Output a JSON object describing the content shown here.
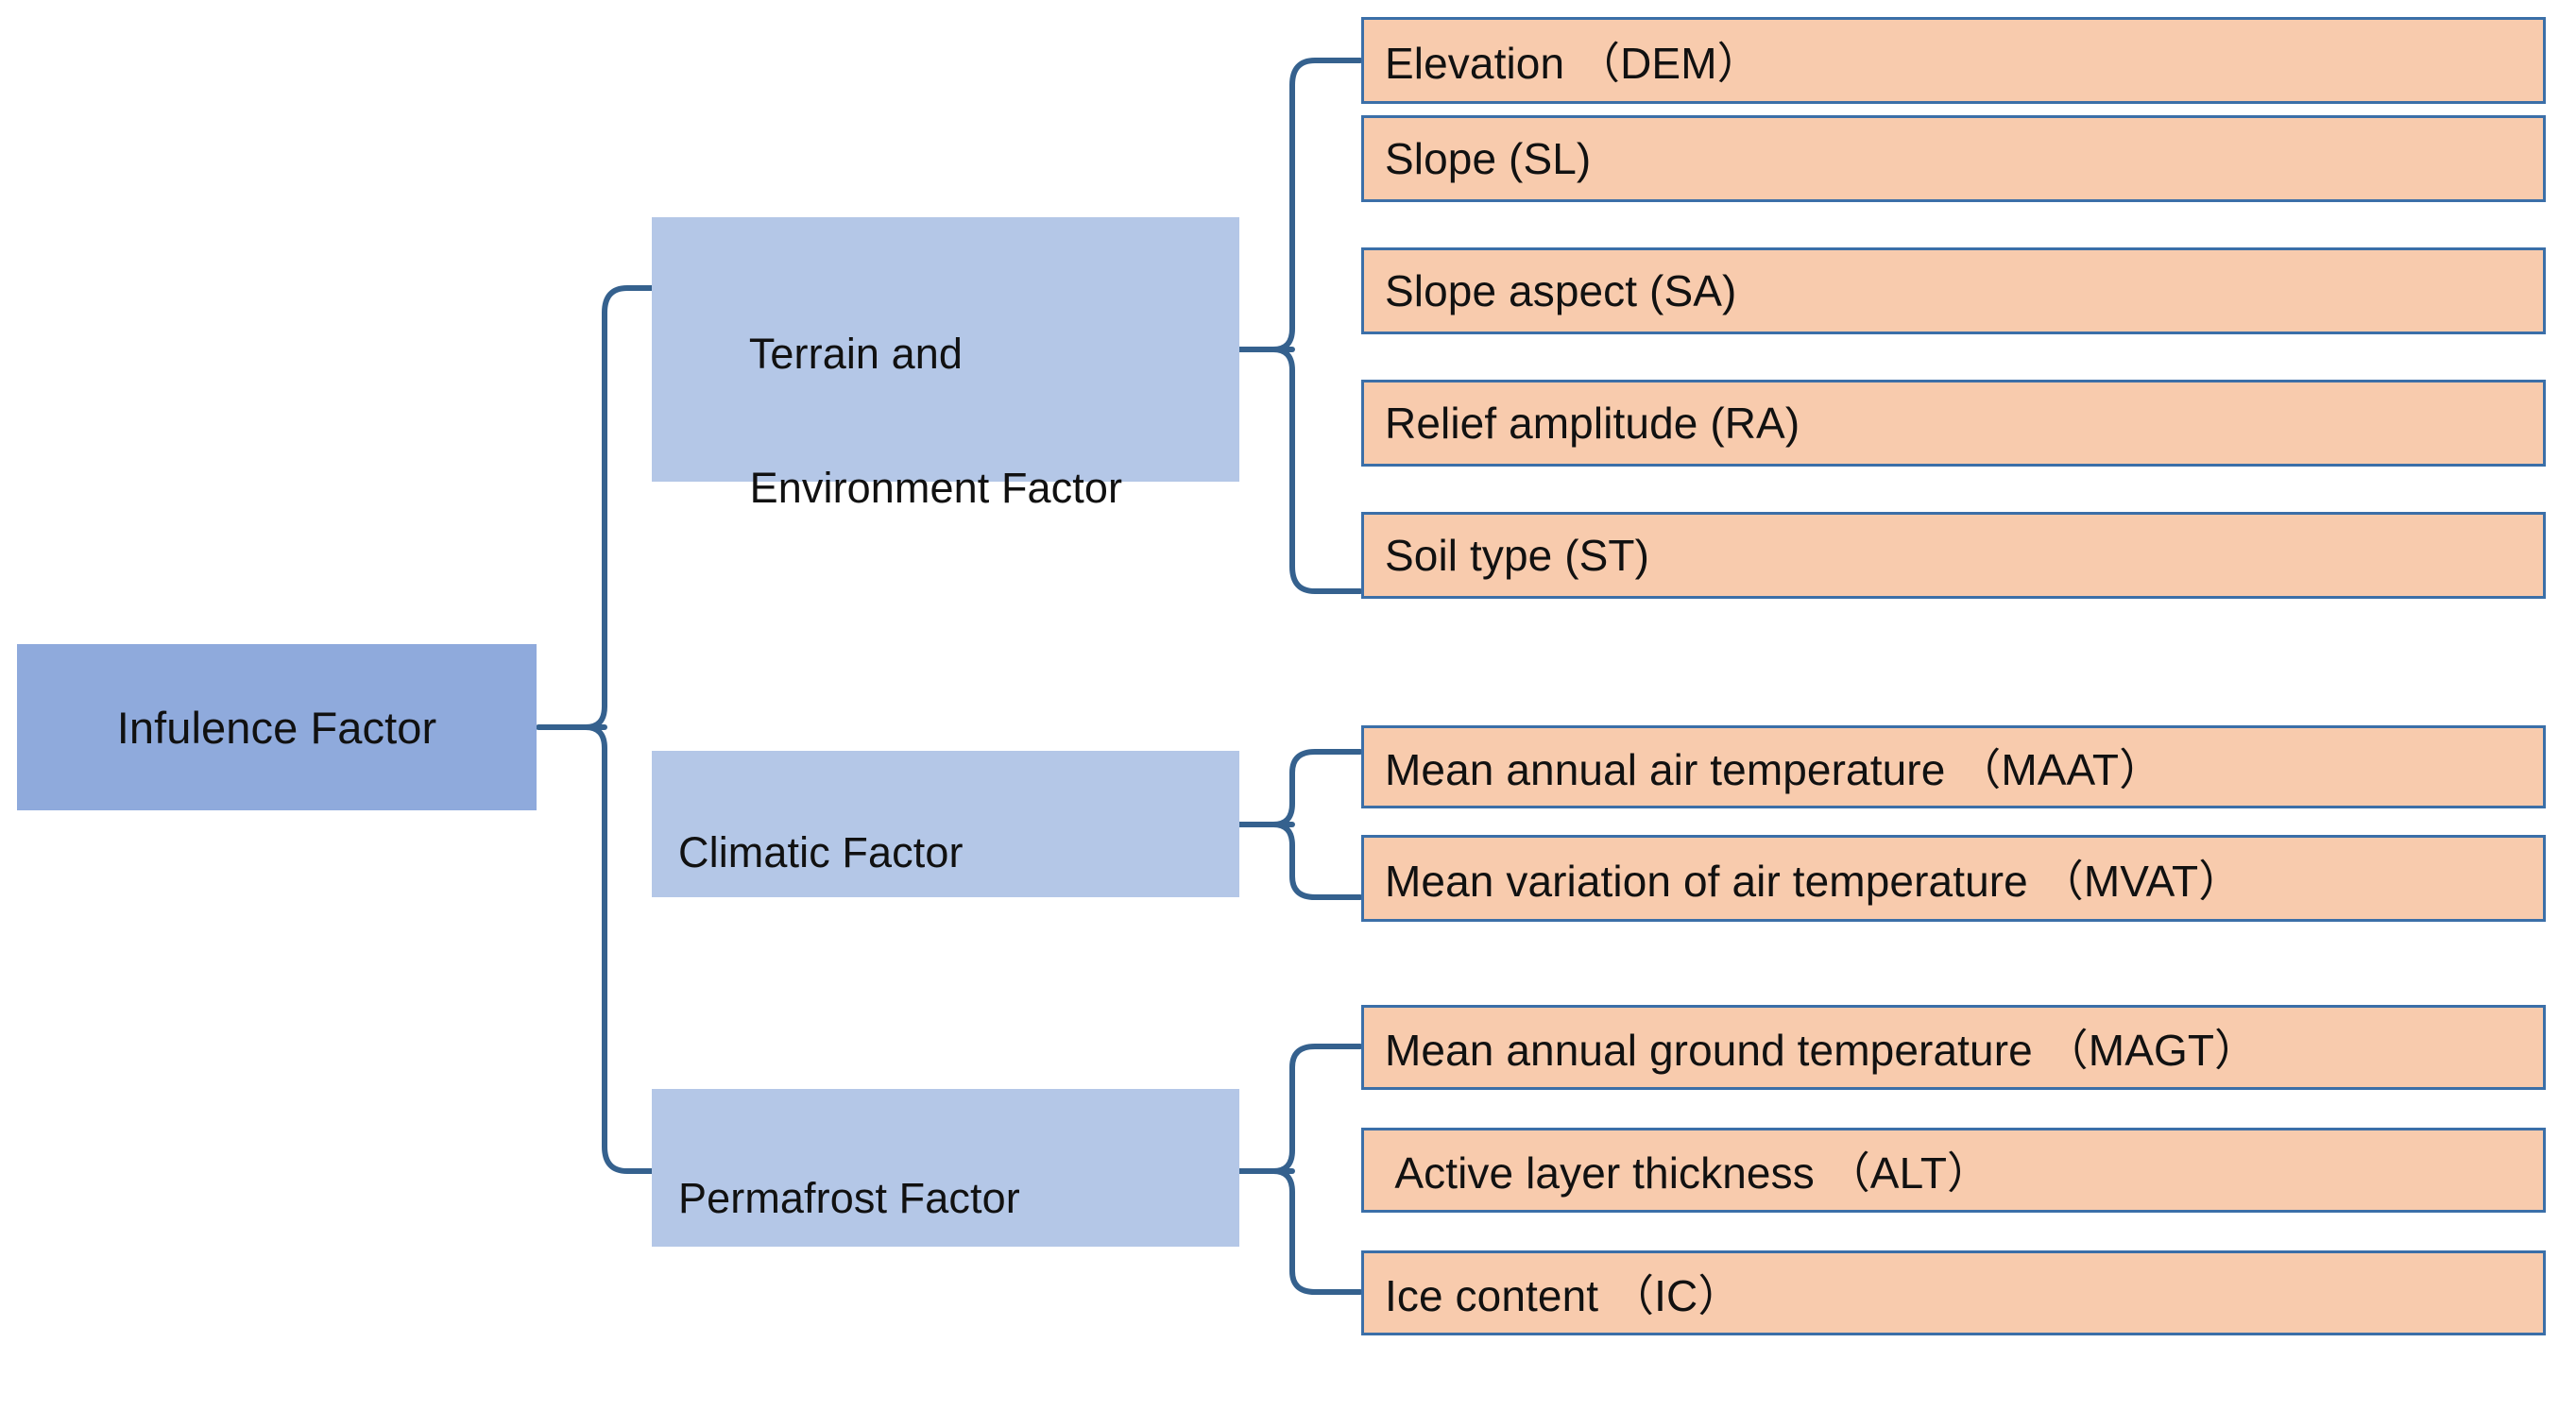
{
  "diagram": {
    "title": "Infulence Factor hierarchy",
    "colors": {
      "root_fill": "#8FAADC",
      "branch_fill": "#B4C7E7",
      "leaf_fill": "#F8CBAD",
      "leaf_border": "#3B6FA8",
      "connector": "#35618E",
      "text": "#111111",
      "background": "#FFFFFF"
    },
    "root": {
      "label": "Infulence Factor"
    },
    "branches": [
      {
        "id": "terrain",
        "label_line1": "Terrain and",
        "label_line2": "Environment Factor",
        "leaves": [
          {
            "label": "Elevation （DEM）"
          },
          {
            "label": "Slope (SL)"
          },
          {
            "label": "Slope aspect (SA)"
          },
          {
            "label": "Relief amplitude (RA)"
          },
          {
            "label": "Soil type (ST)"
          }
        ]
      },
      {
        "id": "climatic",
        "label_line1": "Climatic Factor",
        "label_line2": "",
        "leaves": [
          {
            "label": "Mean annual air temperature （MAAT）"
          },
          {
            "label": "Mean variation of air temperature （MVAT）"
          }
        ]
      },
      {
        "id": "permafrost",
        "label_line1": "Permafrost Factor",
        "label_line2": "",
        "leaves": [
          {
            "label": "Mean annual ground temperature （MAGT）"
          },
          {
            "label": " Active layer thickness （ALT）"
          },
          {
            "label": "Ice content （IC）"
          }
        ]
      }
    ]
  }
}
